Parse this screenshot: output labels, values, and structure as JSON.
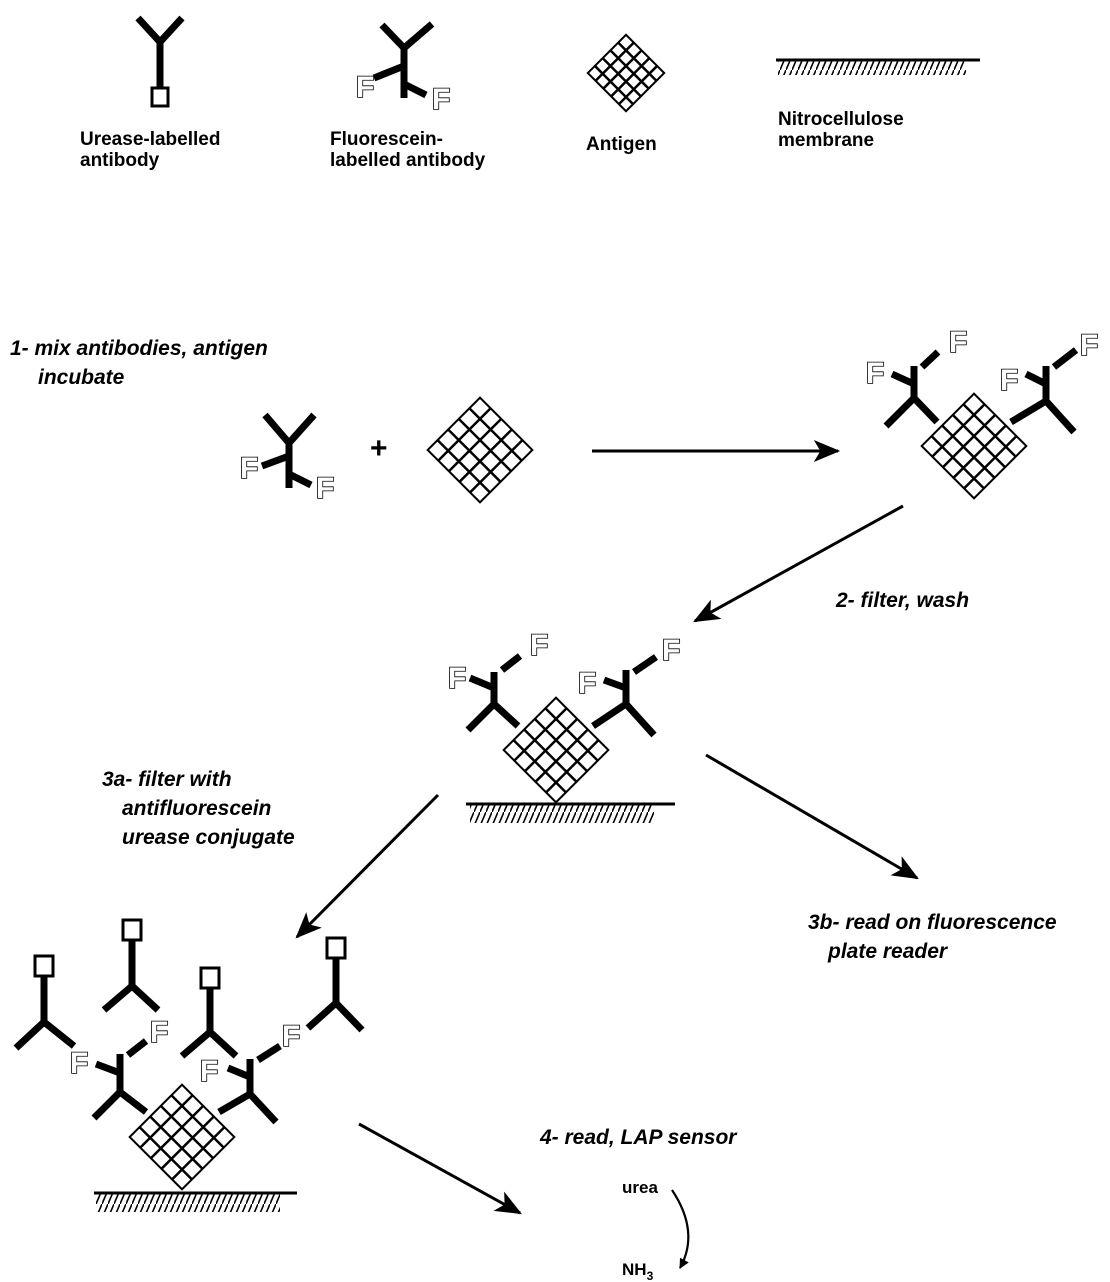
{
  "legend": {
    "urease_antibody": [
      "Urease-labelled",
      "antibody"
    ],
    "fluorescein_antibody": [
      "Fluorescein-",
      "labelled antibody"
    ],
    "antigen": "Antigen",
    "membrane": [
      "Nitrocellulose",
      "membrane"
    ]
  },
  "steps": {
    "step1": [
      "1- mix  antibodies, antigen",
      "incubate"
    ],
    "step2": "2- filter, wash",
    "step3a": [
      "3a- filter with",
      "antifluorescein",
      "urease conjugate"
    ],
    "step3b": [
      "3b- read on fluorescence",
      "plate reader"
    ],
    "step4": "4- read, LAP sensor"
  },
  "chemistry": {
    "reactant": "urea",
    "product": "NH",
    "product_subscript": "3"
  },
  "symbols": {
    "plus": "+",
    "fluorescein_letter": "F"
  }
}
